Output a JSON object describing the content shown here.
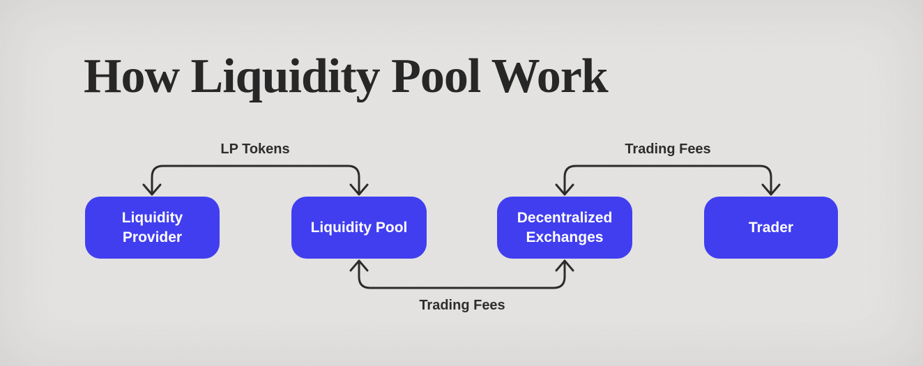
{
  "page": {
    "title": "How Liquidity Pool Work",
    "background_color": "#e5e4e2",
    "accent_color": "#413ef0",
    "line_color": "#2b2b2b",
    "title_color": "#272727"
  },
  "diagram": {
    "nodes": [
      {
        "id": "liquidity-provider",
        "label": "Liquidity\nProvider"
      },
      {
        "id": "liquidity-pool",
        "label": "Liquidity Pool"
      },
      {
        "id": "decentralized-exchanges",
        "label": "Decentralized\nExchanges"
      },
      {
        "id": "trader",
        "label": "Trader"
      }
    ],
    "edges": [
      {
        "id": "lp-tokens",
        "label": "LP Tokens",
        "from": "liquidity-provider",
        "to": "liquidity-pool",
        "arrows": "both-down",
        "label_position": "above"
      },
      {
        "id": "trading-fees-top",
        "label": "Trading Fees",
        "from": "decentralized-exchanges",
        "to": "trader",
        "arrows": "both-down",
        "label_position": "above"
      },
      {
        "id": "trading-fees-bottom",
        "label": "Trading Fees",
        "from": "liquidity-pool",
        "to": "decentralized-exchanges",
        "arrows": "both-up",
        "label_position": "below"
      }
    ]
  }
}
